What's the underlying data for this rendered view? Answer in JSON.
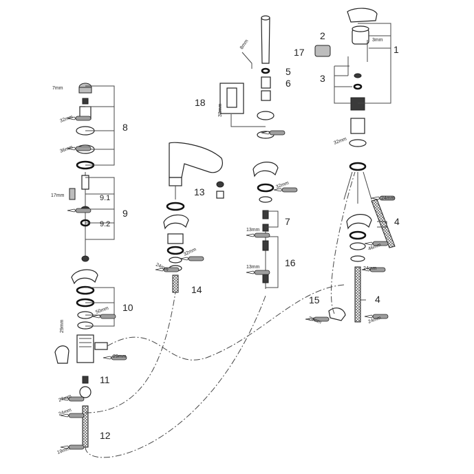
{
  "callouts": [
    "1",
    "2",
    "17",
    "3",
    "5",
    "6",
    "18",
    "8",
    "9",
    "9.1",
    "9.2",
    "13",
    "7",
    "16",
    "4",
    "14",
    "10",
    "15",
    "11",
    "12"
  ],
  "sizes": [
    "7mm",
    "3mm",
    "8mm",
    "32mm",
    "32mm",
    "36mm",
    "32mm",
    "17mm",
    "32mm",
    "24mm",
    "32mm",
    "24mm",
    "46mm",
    "13mm",
    "13mm",
    "24mm",
    "50mm",
    "29mm",
    "29mm",
    "27mm",
    "24mm",
    "24mm",
    "24mm",
    "19mm"
  ]
}
